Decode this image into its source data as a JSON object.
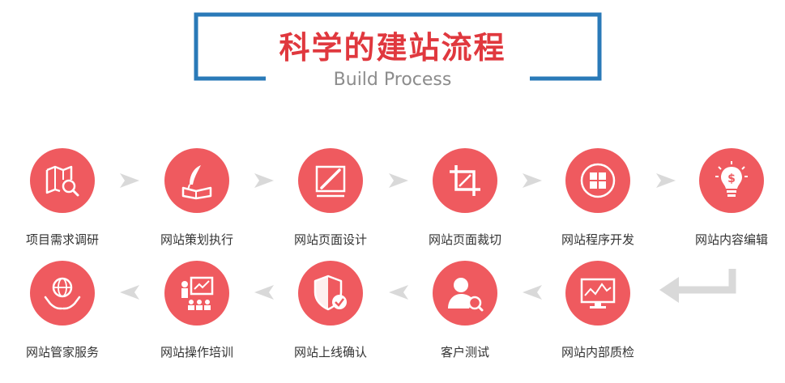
{
  "header": {
    "title": "科学的建站流程",
    "subtitle": "Build Process"
  },
  "colors": {
    "accent": "#ef5a5f",
    "title": "#e0383e",
    "frame": "#2a7ab8",
    "arrow": "#d9d9d9"
  },
  "row1": [
    {
      "label": "项目需求调研",
      "icon": "map-search-icon"
    },
    {
      "label": "网站策划执行",
      "icon": "quill-book-icon"
    },
    {
      "label": "网站页面设计",
      "icon": "design-pen-icon"
    },
    {
      "label": "网站页面裁切",
      "icon": "crop-icon"
    },
    {
      "label": "网站程序开发",
      "icon": "windows-logo-icon"
    },
    {
      "label": "网站内容编辑",
      "icon": "lightbulb-dollar-icon"
    }
  ],
  "row2": [
    {
      "label": "网站管家服务",
      "icon": "globe-hands-icon"
    },
    {
      "label": "网站操作培训",
      "icon": "training-board-icon"
    },
    {
      "label": "网站上线确认",
      "icon": "shield-check-icon"
    },
    {
      "label": "客户测试",
      "icon": "user-search-icon"
    },
    {
      "label": "网站内部质检",
      "icon": "monitor-chart-icon"
    }
  ]
}
